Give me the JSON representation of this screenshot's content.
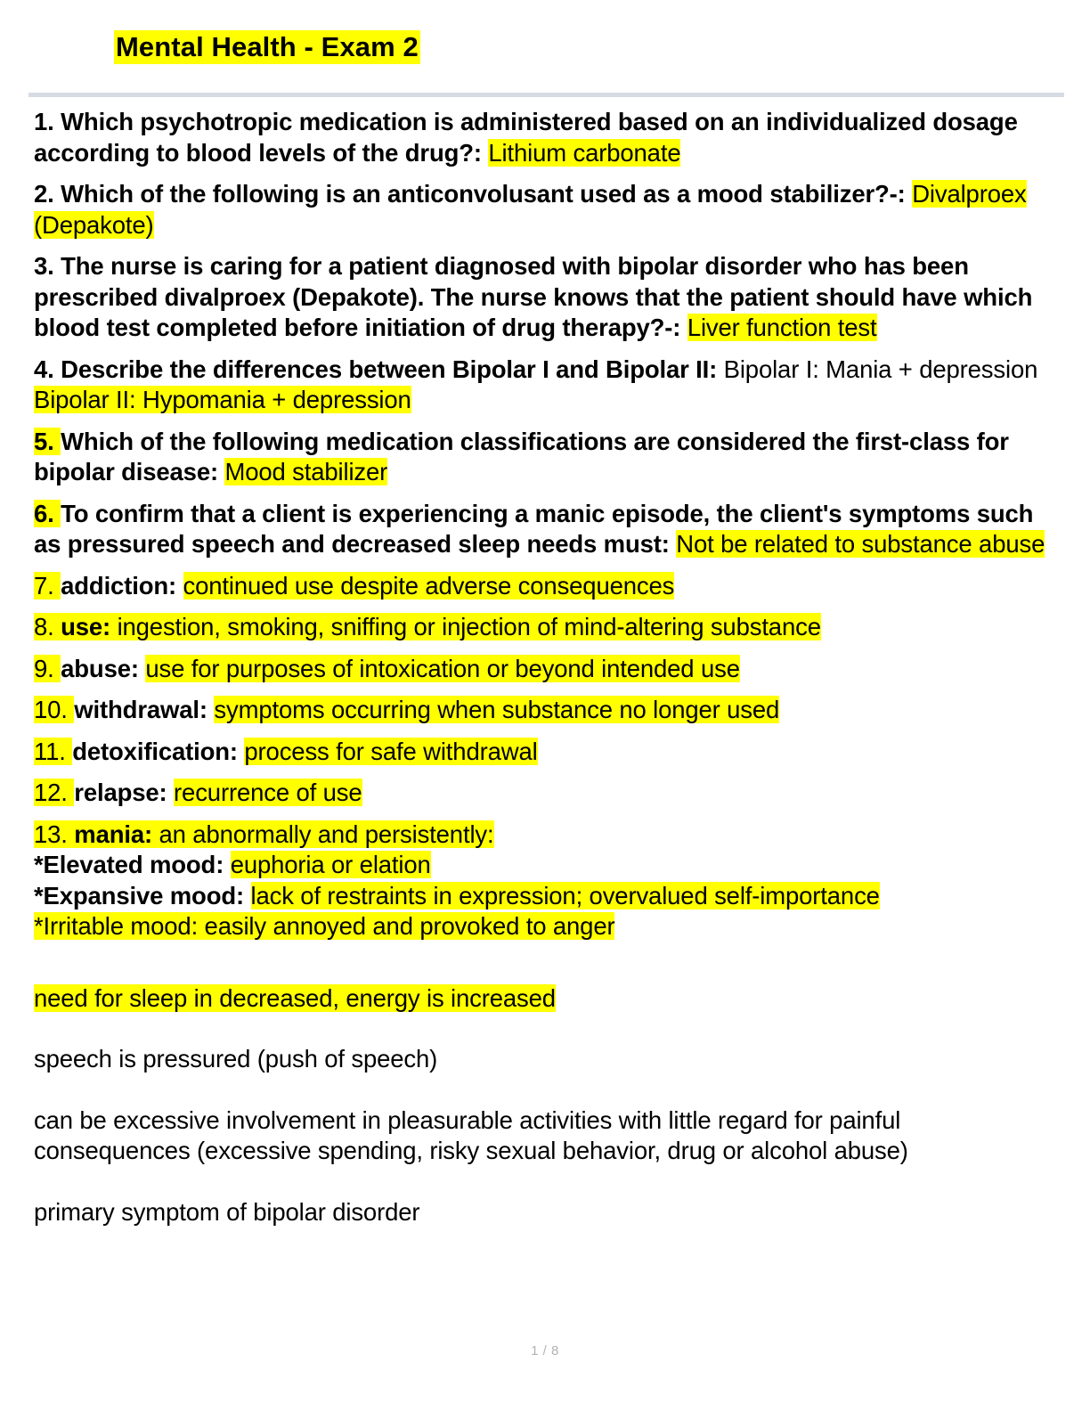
{
  "document": {
    "title": "Mental Health - Exam 2",
    "footer_page": "1 / 8",
    "highlight_color": "#ffff00",
    "divider_color": "#d6dbe4",
    "footer_color": "#b3b3b3"
  },
  "items": [
    {
      "number": "1. ",
      "question": "Which psychotropic medication is administered based on an individualized dosage according to blood levels of the drug?: ",
      "answer": "Lithium carbonate"
    },
    {
      "number": "2. ",
      "question": "Which of the following is an anticonvolusant used as a mood stabilizer?-: ",
      "answer": "Divalproex (Depakote)"
    },
    {
      "number": "3. ",
      "question": "The nurse is caring for a patient diagnosed with bipolar disorder who has been prescribed divalproex (Depakote). The nurse knows that the patient should have which blood test completed before initiation of drug therapy?-: ",
      "answer": "Liver function test"
    },
    {
      "number": "4. ",
      "question": "Describe the differences between Bipolar I and Bipolar II: ",
      "answer_plain": "Bipolar I: Mania + depression",
      "answer_highlighted": "Bipolar II: Hypomania + depression"
    },
    {
      "number": "5. ",
      "question": "Which of the following medication classifications are considered the first-class for bipolar disease: ",
      "answer": "Mood stabilizer"
    },
    {
      "number": "6. ",
      "question": "To confirm that a client is experiencing a manic episode, the client's symptoms such as pressured speech and decreased sleep needs must: ",
      "answer": "Not be related to substance abuse"
    },
    {
      "number": "7. ",
      "term": "addiction: ",
      "answer": "continued use despite adverse consequences"
    },
    {
      "number": "8. ",
      "term": "use: ",
      "answer": "ingestion, smoking, sniffing or injection of mind-altering substance"
    },
    {
      "number": "9. ",
      "term": "abuse: ",
      "answer": "use for purposes of intoxication or beyond intended use"
    },
    {
      "number": "10. ",
      "term": "withdrawal: ",
      "answer": "symptoms occurring when substance no longer used"
    },
    {
      "number": "11. ",
      "term": "detoxification: ",
      "answer": "process for safe withdrawal"
    },
    {
      "number": "12. ",
      "term": "relapse: ",
      "answer": "recurrence of use"
    },
    {
      "number": "13. ",
      "term": "mania: ",
      "answer": "an abnormally and persistently:",
      "sub_lines": [
        {
          "label": "*Elevated mood: ",
          "value": "euphoria or elation"
        },
        {
          "label": "*Expansive mood: ",
          "value": "lack of restraints in expression; overvalued self-importance"
        },
        {
          "label": "*Irritable mood: easily annoyed and provoked to anger",
          "value": ""
        }
      ]
    }
  ],
  "trailing_paragraphs": [
    {
      "text": "need for sleep in decreased, energy is increased",
      "highlighted": true
    },
    {
      "text": "speech is pressured (push of speech)",
      "highlighted": false
    },
    {
      "text": "can be excessive involvement in pleasurable activities with little regard for painful consequences (excessive spending, risky sexual behavior, drug or alcohol abuse)",
      "highlighted": false
    },
    {
      "text": "primary symptom of bipolar disorder",
      "highlighted": false
    }
  ]
}
